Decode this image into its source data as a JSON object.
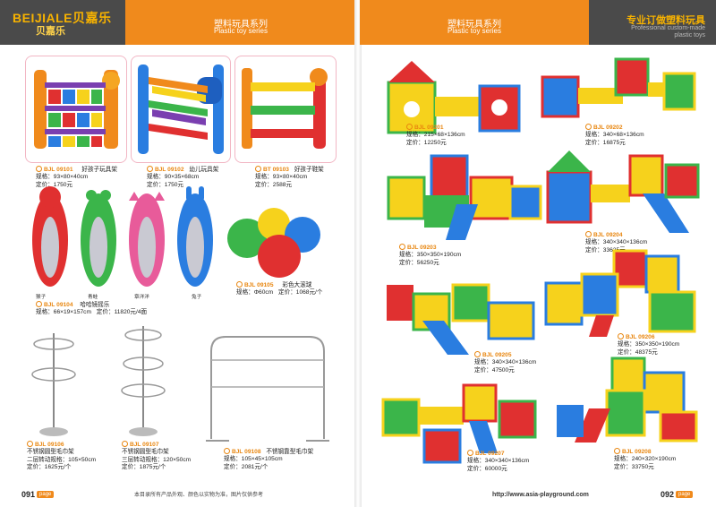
{
  "header": {
    "brand": "BEIJIALE贝嘉乐",
    "brand_sub": "贝嘉乐",
    "left_series_cn": "塑料玩具系列",
    "left_series_en": "Plastic toy series",
    "right_series_cn": "塑料玩具系列",
    "right_series_en": "Plastic toy series",
    "custom_cn": "专业订做塑料玩具",
    "custom_en": "Professional custom-made plastic toys"
  },
  "left_products": [
    {
      "code": "BJL 09101",
      "name": "好孩子玩具架",
      "spec": "规格：93×80×40cm",
      "price": "定价：1750元"
    },
    {
      "code": "BJL 09102",
      "name": "幼儿玩具架",
      "spec": "规格：90×35×68cm",
      "price": "定价：1750元"
    },
    {
      "code": "BT 09103",
      "name": "好孩子鞋架",
      "spec": "规格：93×80×40cm",
      "price": "定价：2588元"
    },
    {
      "code": "BJL 09104",
      "name": "哈哈镜摇乐",
      "spec": "规格：66×19×157cm",
      "price": "定价：11820元/4面"
    },
    {
      "code": "BJL 09105",
      "name": "彩色大滚球",
      "spec": "规格：Φ60cm",
      "price": "定价：1068元/个"
    },
    {
      "code": "BJL 09106",
      "name": "不锈钢圆型毛巾架",
      "name2": "二层转动规格：105×50cm",
      "price": "定价：1625元/个"
    },
    {
      "code": "BJL 09107",
      "name": "不锈钢圆型毛巾架",
      "name2": "三层转动规格：120×50cm",
      "price": "定价：1875元/个"
    },
    {
      "code": "BJL 09108",
      "name": "不锈钢靠型毛巾架",
      "spec": "规格：105×45×105cm",
      "price": "定价：2081元/个"
    }
  ],
  "mirror_labels": [
    "猴子",
    "青蛙",
    "章洋洋",
    "兔子"
  ],
  "right_products": [
    {
      "code": "BJL 09201",
      "spec": "规格：215×68×136cm",
      "price": "定价：12250元"
    },
    {
      "code": "BJL 09202",
      "spec": "规格：340×68×136cm",
      "price": "定价：16875元"
    },
    {
      "code": "BJL 09203",
      "spec": "规格：350×350×190cm",
      "price": "定价：56250元"
    },
    {
      "code": "BJL 09204",
      "spec": "规格：340×340×136cm",
      "price": "定价：33625元"
    },
    {
      "code": "BJL 09205",
      "spec": "规格：340×340×136cm",
      "price": "定价：47500元"
    },
    {
      "code": "BJL 09206",
      "spec": "规格：350×350×190cm",
      "price": "定价：48375元"
    },
    {
      "code": "BJL 09207",
      "spec": "规格：340×340×136cm",
      "price": "定价：60000元"
    },
    {
      "code": "BJL 09208",
      "spec": "规格：240×320×190cm",
      "price": "定价：33750元"
    }
  ],
  "footer": {
    "left_page": "091",
    "right_page": "092",
    "page_tag": "page",
    "notice": "本目录所有产品外观、颜色以实物为准，图片仅供参考",
    "url": "http://www.asia-playground.com"
  }
}
